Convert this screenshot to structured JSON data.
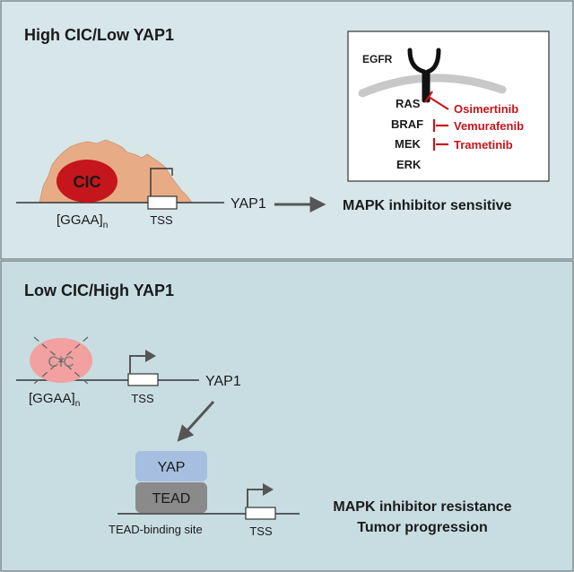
{
  "top_panel": {
    "title": "High CIC/Low YAP1",
    "protein": "CIC",
    "motif": "[GGAA]",
    "motif_subscript": "n",
    "tss": "TSS",
    "gene": "YAP1",
    "outcome": "MAPK inhibitor sensitive",
    "pathway": {
      "receptor": "EGFR",
      "nodes": [
        "RAS",
        "BRAF",
        "MEK",
        "ERK"
      ],
      "drugs": [
        "Osimertinib",
        "Vemurafenib",
        "Trametinib"
      ]
    }
  },
  "bottom_panel": {
    "title": "Low CIC/High YAP1",
    "protein": "CIC",
    "motif": "[GGAA]",
    "motif_subscript": "n",
    "tss": "TSS",
    "gene": "YAP1",
    "yap": "YAP",
    "tead": "TEAD",
    "site": "TEAD-binding site",
    "tss2": "TSS",
    "outcome_line1": "MAPK inhibitor resistance",
    "outcome_line2": "Tumor progression"
  },
  "colors": {
    "panel_top": "#d7e7ea",
    "panel_bottom": "#c9dfe4",
    "cic_red": "#c4161c",
    "cic_faded": "#f2a0a0",
    "peak_fill": "#e8ad88",
    "inhibitor_red": "#c4161c",
    "yap_box": "#a7bfe0",
    "tead_box": "#8a8a8a"
  }
}
